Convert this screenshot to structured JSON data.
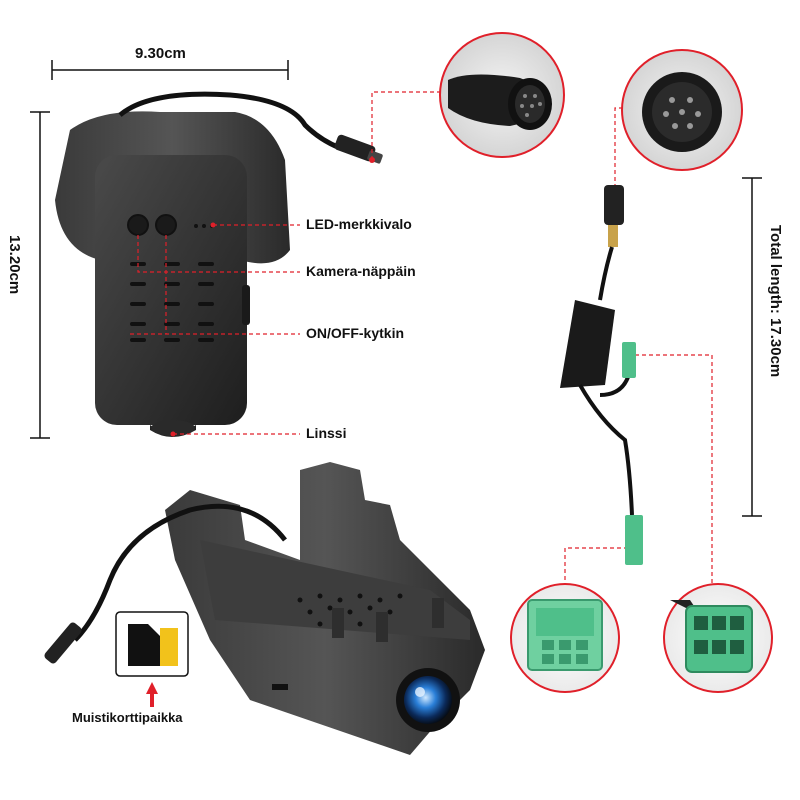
{
  "dimensions": {
    "width": "9.30cm",
    "height": "13.20cm",
    "total_length": "Total length: 17.30cm"
  },
  "callouts": {
    "led": "LED-merkkivalo",
    "camera_button": "Kamera-näppäin",
    "onoff": "ON/OFF-kytkin",
    "lens": "Linssi",
    "card_slot": "Muistikorttipaikka"
  },
  "colors": {
    "accent_red": "#e0202a",
    "device_black": "#2a2a2a",
    "connector_green": "#4fbf8a"
  }
}
